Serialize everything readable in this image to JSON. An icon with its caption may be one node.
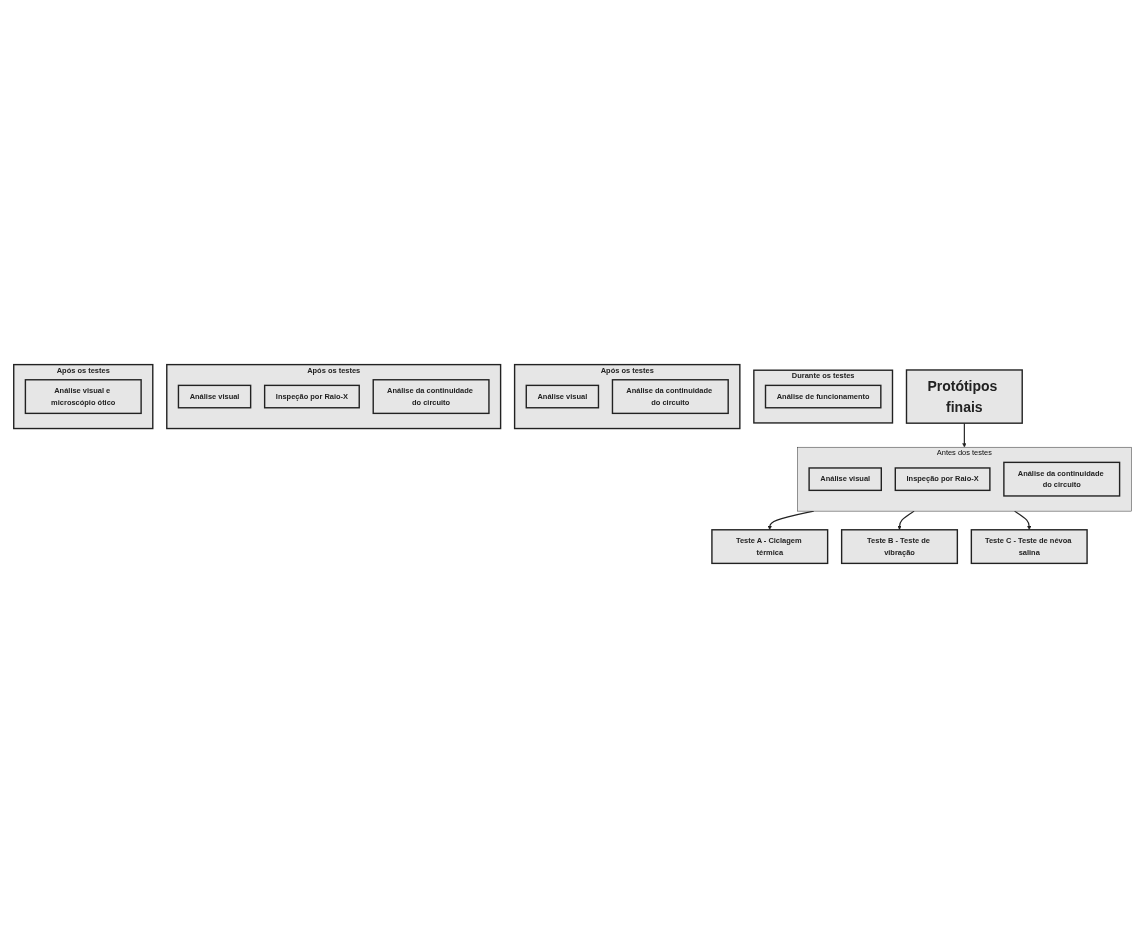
{
  "diagram": {
    "nodes": [
      {
        "text": [
          "Protótipos finais"
        ]
      },
      {
        "text": [
          "Antes dos testes"
        ]
      },
      {
        "text": [
          "Análise visual"
        ],
        "in": 1
      },
      {
        "text": [
          "Inspeção por Raio-X"
        ],
        "in": 1
      },
      {
        "text": [
          "Análise da continuidade do circuito"
        ],
        "in": 1
      },
      {
        "text": [
          "Teste A - Ciclagem térmica"
        ]
      },
      {
        "text": [
          "Teste B - Teste de vibração"
        ]
      },
      {
        "text": [
          "Teste C - Teste de névoa salina"
        ]
      },
      {
        "text": [
          "Durante os testes"
        ]
      },
      {
        "text": [
          "Análise de funcionamento"
        ],
        "in": 8
      },
      {
        "text": [
          "Após os testes"
        ]
      },
      {
        "text": [
          "Análise visual"
        ],
        "in": 10
      },
      {
        "text": [
          "Análise da continuidade do circuito"
        ],
        "in": 10
      },
      {
        "text": [
          "Após os testes"
        ]
      },
      {
        "text": [
          "Análise visual"
        ],
        "in": 13
      },
      {
        "text": [
          "Inspeção por Raio-X"
        ],
        "in": 13
      },
      {
        "text": [
          "Análise da continuidade do circuito"
        ],
        "in": 13
      },
      {
        "text": [
          "Após os testes"
        ]
      },
      {
        "text": [
          "Análise visual e microscópio ótico"
        ],
        "in": 17
      }
    ],
    "edges": [
      {
        "from": 0,
        "to": 1,
        "arrow": "to"
      },
      {
        "from": 1,
        "to": 5,
        "arrow": "to"
      },
      {
        "from": 1,
        "to": 6,
        "arrow": "to"
      },
      {
        "from": 1,
        "to": 7,
        "arrow": "to"
      }
    ]
  }
}
